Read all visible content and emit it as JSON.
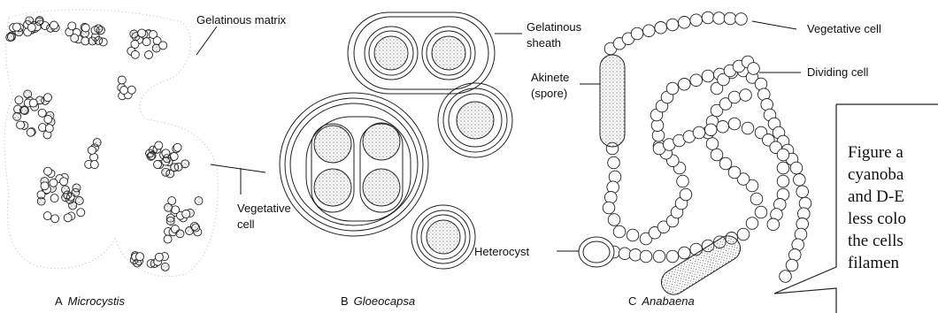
{
  "labels": {
    "gelatinous_matrix": "Gelatinous matrix",
    "gelatinous_sheath_line1": "Gelatinous",
    "gelatinous_sheath_line2": "sheath",
    "vegetative_cell_right": "Vegetative cell",
    "dividing_cell": "Dividing cell",
    "akinete_line1": "Akinete",
    "akinete_line2": "(spore)",
    "vegetative_cell_left_line1": "Vegetative",
    "vegetative_cell_left_line2": "cell",
    "heterocyst": "Heterocyst"
  },
  "panels": [
    {
      "letter": "A",
      "name": "Microcystis"
    },
    {
      "letter": "B",
      "name": "Gloeocapsa"
    },
    {
      "letter": "C",
      "name": "Anabaena"
    }
  ],
  "caption": "Figure a\ncyanoba\nand D-E\nless colo\nthe cells\nfilamen"
}
